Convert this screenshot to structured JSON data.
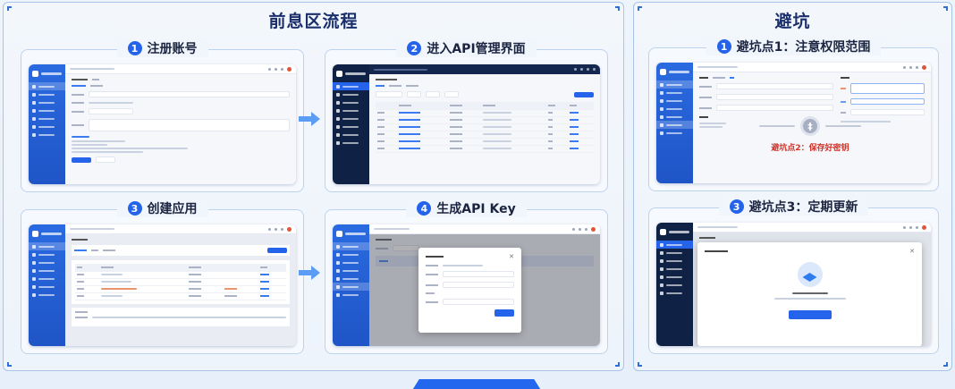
{
  "left_panel": {
    "title": "前息区流程",
    "steps": [
      {
        "number": "1",
        "title": "注册账号"
      },
      {
        "number": "2",
        "title": "进入API管理界面"
      },
      {
        "number": "3",
        "title": "创建应用"
      },
      {
        "number": "4",
        "title": "生成API Key"
      }
    ]
  },
  "right_panel": {
    "title": "避坑",
    "steps": [
      {
        "number": "1",
        "title": "避坑点1：注意权限范围"
      },
      {
        "number": "3",
        "title": "避坑点3：定期更新"
      }
    ],
    "callout": {
      "icon": "‡",
      "text": "避坑点2：保存好密钥"
    }
  },
  "colors": {
    "accent": "#2563eb",
    "title": "#1a2f6b",
    "warning": "#d2342a",
    "sidebar_blue": "#2a6ae0",
    "sidebar_dark": "#0f2245"
  }
}
